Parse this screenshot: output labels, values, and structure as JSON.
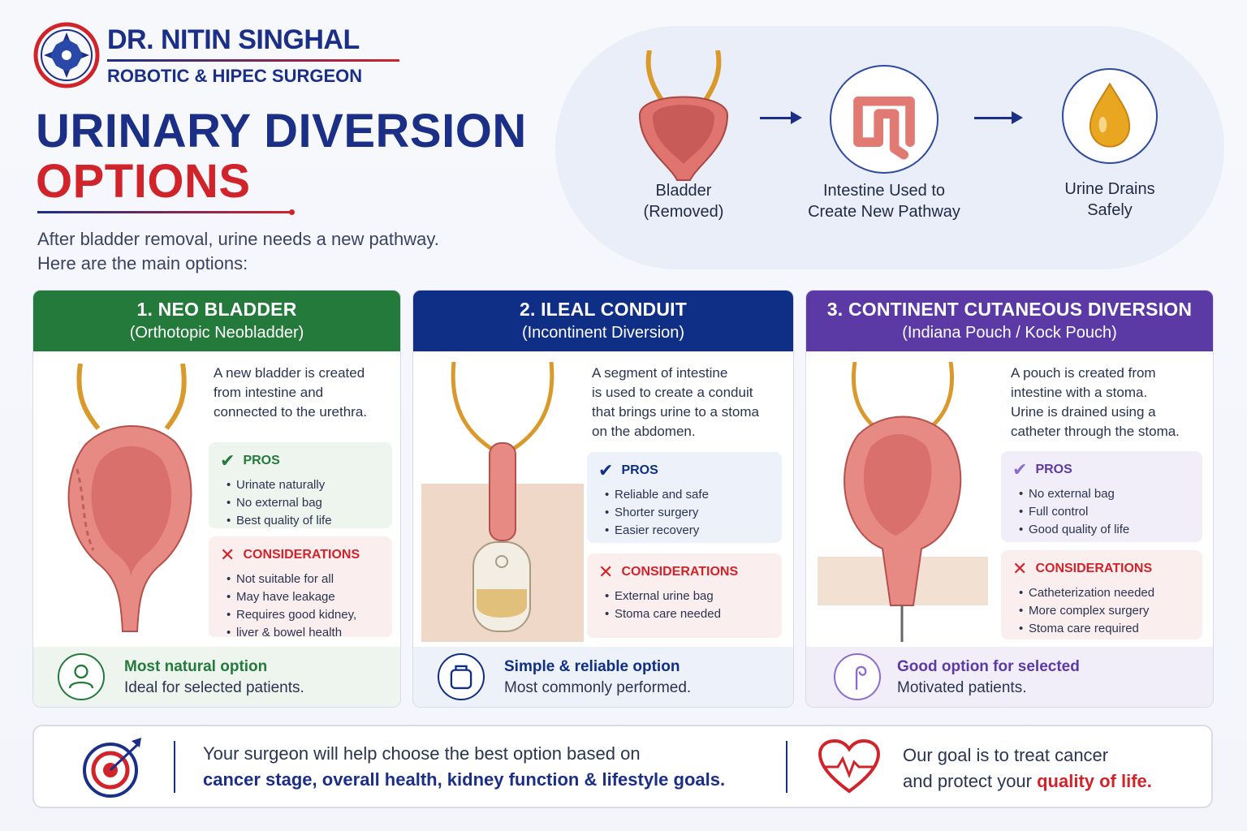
{
  "brand": {
    "name": "DR. NITIN SINGHAL",
    "subtitle": "ROBOTIC & HIPEC SURGEON"
  },
  "title": {
    "line1": "URINARY DIVERSION",
    "line2": "OPTIONS"
  },
  "intro": {
    "line1": "After bladder removal, urine needs a new pathway.",
    "line2": "Here are the main options:"
  },
  "flow": {
    "steps": [
      {
        "label_line1": "Bladder",
        "label_line2": "(Removed)",
        "icon": "bladder-icon"
      },
      {
        "label_line1": "Intestine Used to",
        "label_line2": "Create New Pathway",
        "icon": "intestine-icon"
      },
      {
        "label_line1": "Urine Drains",
        "label_line2": "Safely",
        "icon": "urine-drop-icon"
      }
    ]
  },
  "cards": [
    {
      "title": "1. NEO BLADDER",
      "subtitle": "(Orthotopic Neobladder)",
      "color": "#237a3b",
      "desc": [
        "A new bladder is created",
        "from intestine and",
        "connected to the urethra."
      ],
      "pros_title": "PROS",
      "pros": [
        "Urinate naturally",
        "No external bag",
        "Best quality of life"
      ],
      "cons_title": "CONSIDERATIONS",
      "cons": [
        "Not suitable for all",
        "May have leakage",
        "Requires good kidney,",
        "liver & bowel health"
      ],
      "footer_title": "Most natural option",
      "footer_text": "Ideal for selected patients.",
      "footer_icon": "person-icon"
    },
    {
      "title": "2. ILEAL CONDUIT",
      "subtitle": "(Incontinent Diversion)",
      "color": "#0f2f86",
      "desc": [
        "A segment of intestine",
        "is used to create a conduit",
        "that brings urine to a stoma",
        "on the abdomen."
      ],
      "pros_title": "PROS",
      "pros": [
        "Reliable and safe",
        "Shorter surgery",
        "Easier recovery"
      ],
      "cons_title": "CONSIDERATIONS",
      "cons": [
        "External urine bag",
        "Stoma care needed"
      ],
      "footer_title": "Simple & reliable option",
      "footer_text": "Most commonly performed.",
      "footer_icon": "bag-icon"
    },
    {
      "title": "3. CONTINENT CUTANEOUS DIVERSION",
      "subtitle": "(Indiana Pouch / Kock Pouch)",
      "color": "#5b3aa6",
      "desc": [
        "A pouch is created from",
        "intestine with a stoma.",
        "Urine is drained using a",
        "catheter through the stoma."
      ],
      "pros_title": "PROS",
      "pros": [
        "No external bag",
        "Full control",
        "Good quality of life"
      ],
      "cons_title": "CONSIDERATIONS",
      "cons": [
        "Catheterization needed",
        "More complex surgery",
        "Stoma care required"
      ],
      "footer_title": "Good option for selected",
      "footer_text": "Motivated patients.",
      "footer_icon": "catheter-icon"
    }
  ],
  "bottom": {
    "left_line1": "Your surgeon will help choose the best option based on",
    "left_line2": "cancer stage, overall health, kidney function & lifestyle goals.",
    "right_line1": "Our goal is to treat cancer",
    "right_line2_a": "and protect your ",
    "right_line2_b": "quality of life."
  },
  "colors": {
    "navy": "#1b2f87",
    "red": "#d1232a",
    "green": "#237a3b",
    "purple": "#5b3aa6"
  }
}
